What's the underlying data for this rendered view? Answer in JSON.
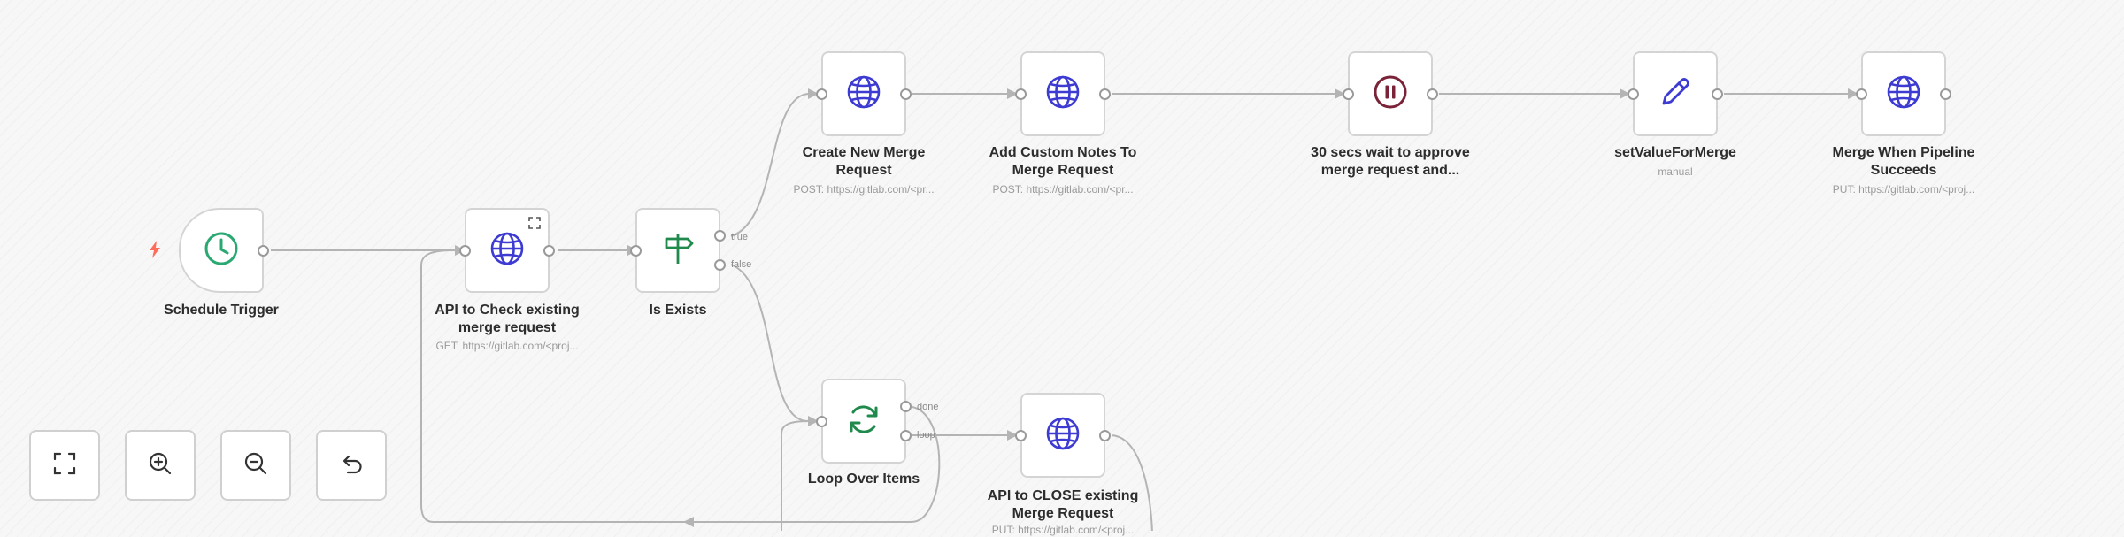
{
  "nodes": {
    "schedule_trigger": {
      "title": "Schedule Trigger",
      "icon": "clock-icon"
    },
    "api_check": {
      "title": "API to Check existing merge request",
      "subtitle": "GET: https://gitlab.com/<proj...",
      "icon": "globe-icon"
    },
    "is_exists": {
      "title": "Is Exists",
      "icon": "signpost-icon",
      "output_true": "true",
      "output_false": "false"
    },
    "create_mr": {
      "title": "Create New Merge Request",
      "subtitle": "POST: https://gitlab.com/<pr...",
      "icon": "globe-icon"
    },
    "add_notes": {
      "title": "Add Custom Notes To Merge Request",
      "subtitle": "POST: https://gitlab.com/<pr...",
      "icon": "globe-icon"
    },
    "wait": {
      "title": "30 secs wait to approve merge request and...",
      "icon": "pause-icon"
    },
    "set_value": {
      "title": "setValueForMerge",
      "subtitle": "manual",
      "icon": "pencil-icon"
    },
    "merge_pipeline": {
      "title": "Merge When Pipeline Succeeds",
      "subtitle": "PUT: https://gitlab.com/<proj...",
      "icon": "globe-icon"
    },
    "loop": {
      "title": "Loop Over Items",
      "icon": "refresh-icon",
      "output_done": "done",
      "output_loop": "loop"
    },
    "api_close": {
      "title": "API to CLOSE existing Merge Request",
      "subtitle": "PUT: https://gitlab.com/<proj...",
      "icon": "globe-icon"
    }
  },
  "controls": {
    "fit_view": "fullscreen-icon",
    "zoom_in": "zoom-in-icon",
    "zoom_out": "zoom-out-icon",
    "reset": "undo-icon"
  },
  "colors": {
    "globe": "#3d3bd1",
    "clock": "#2aa872",
    "signpost": "#1f8a4c",
    "pause": "#7a2238",
    "refresh": "#1f8a4c",
    "edge": "#b4b4b4",
    "bolt": "#ff6d5a"
  }
}
